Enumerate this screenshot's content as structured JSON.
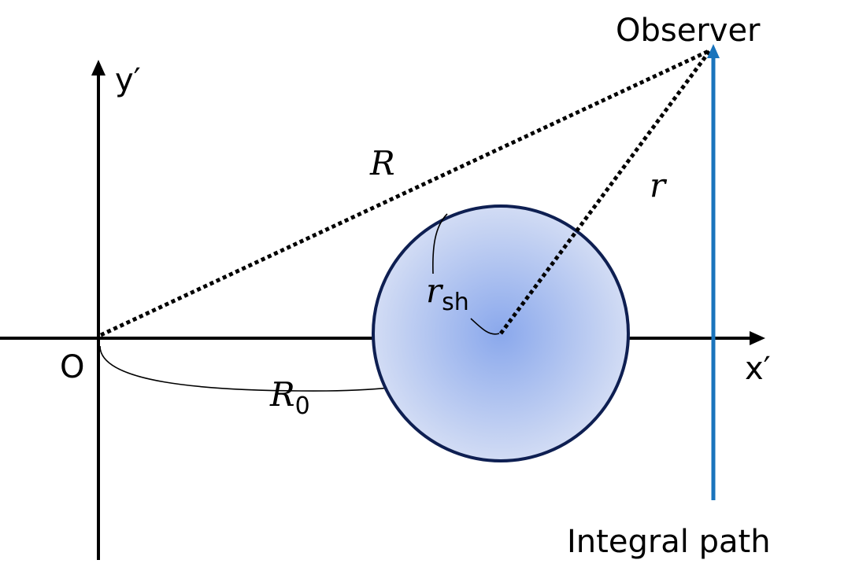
{
  "labels": {
    "observer": "Observer",
    "integral_path": "Integral path",
    "origin": "O",
    "x_axis": "x′",
    "y_axis": "y′",
    "big_r": "R",
    "small_r": "r",
    "r_sh_base": "r",
    "r_sh_sub": "sh",
    "r0_base": "R",
    "r0_sub": "0"
  },
  "colors": {
    "axis": "#000000",
    "sphere_stroke": "#0e1f52",
    "sphere_center": "#8aa8ec",
    "sphere_edge": "#d2dcf4",
    "integral_path": "#1a74bc",
    "dotted_line": "#000000"
  }
}
